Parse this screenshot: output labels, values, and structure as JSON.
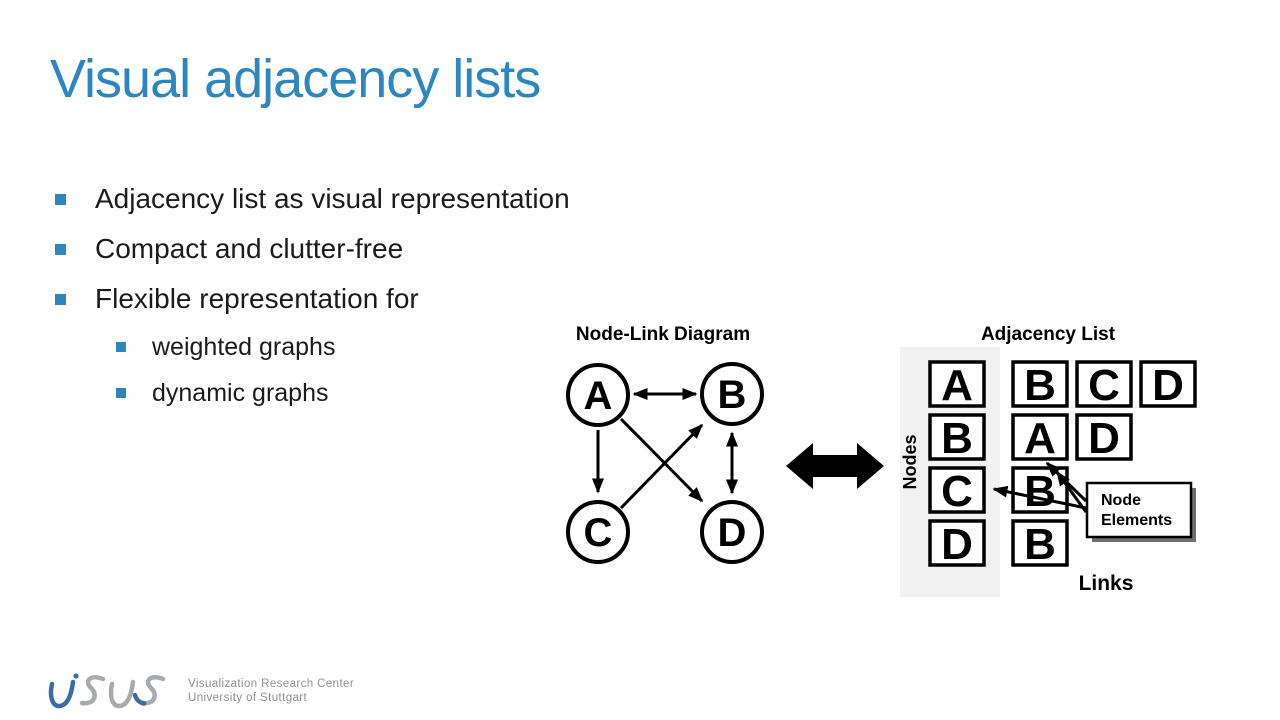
{
  "slide": {
    "title": "Visual adjacency lists",
    "title_color": "#2b86c2",
    "bullet_color": "#2e86c1",
    "text_color": "#1b1b1b"
  },
  "bullets": {
    "items": [
      {
        "label": "Adjacency list as visual representation"
      },
      {
        "label": "Compact and clutter-free"
      },
      {
        "label": "Flexible representation for"
      }
    ],
    "sub_items": [
      {
        "label": "weighted graphs"
      },
      {
        "label": "dynamic graphs"
      }
    ]
  },
  "figure": {
    "node_link": {
      "title": "Node-Link Diagram",
      "nodes": [
        {
          "label": "A"
        },
        {
          "label": "B"
        },
        {
          "label": "C"
        },
        {
          "label": "D"
        }
      ],
      "edges": [
        "A <-> B",
        "A -> C",
        "A -> D",
        "C -> B",
        "B <-> D"
      ]
    },
    "equivalence_arrow": "double-headed-arrow",
    "adjacency": {
      "title": "Adjacency List",
      "nodes_label": "Nodes",
      "links_label": "Links",
      "rows": [
        {
          "node": "A",
          "links": [
            "B",
            "C",
            "D"
          ]
        },
        {
          "node": "B",
          "links": [
            "A",
            "D"
          ]
        },
        {
          "node": "C",
          "links": [
            "B"
          ]
        },
        {
          "node": "D",
          "links": [
            "B"
          ]
        }
      ],
      "callout": {
        "line1": "Node",
        "line2": "Elements"
      },
      "nodes_column_bg": "#f1f1f1"
    }
  },
  "footer": {
    "logo_word": "visus",
    "logo_blue": "#3b6ca7",
    "logo_gray": "#a8abad",
    "org_line1": "Visualization Research Center",
    "org_line2": "University of Stuttgart"
  }
}
